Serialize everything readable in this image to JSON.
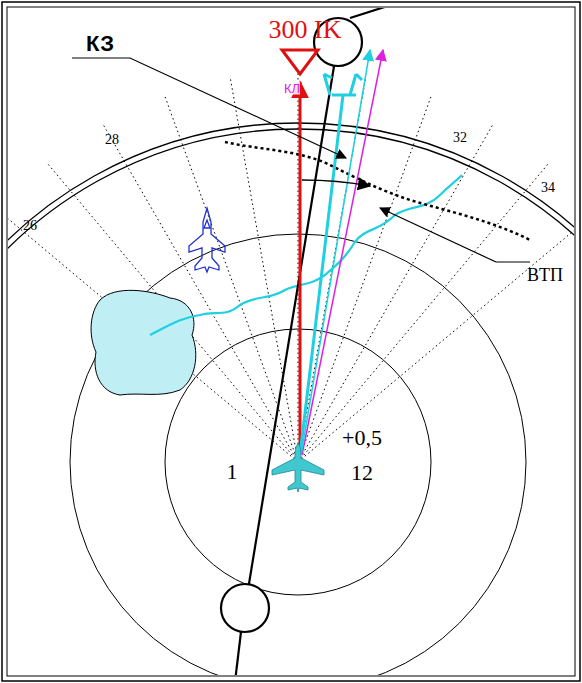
{
  "diagram": {
    "labels": [
      "КЗ",
      "300 IK",
      "КЛ",
      "26",
      "28",
      "32",
      "34",
      "ВТП",
      "1",
      "+0,5",
      "12"
    ]
  }
}
